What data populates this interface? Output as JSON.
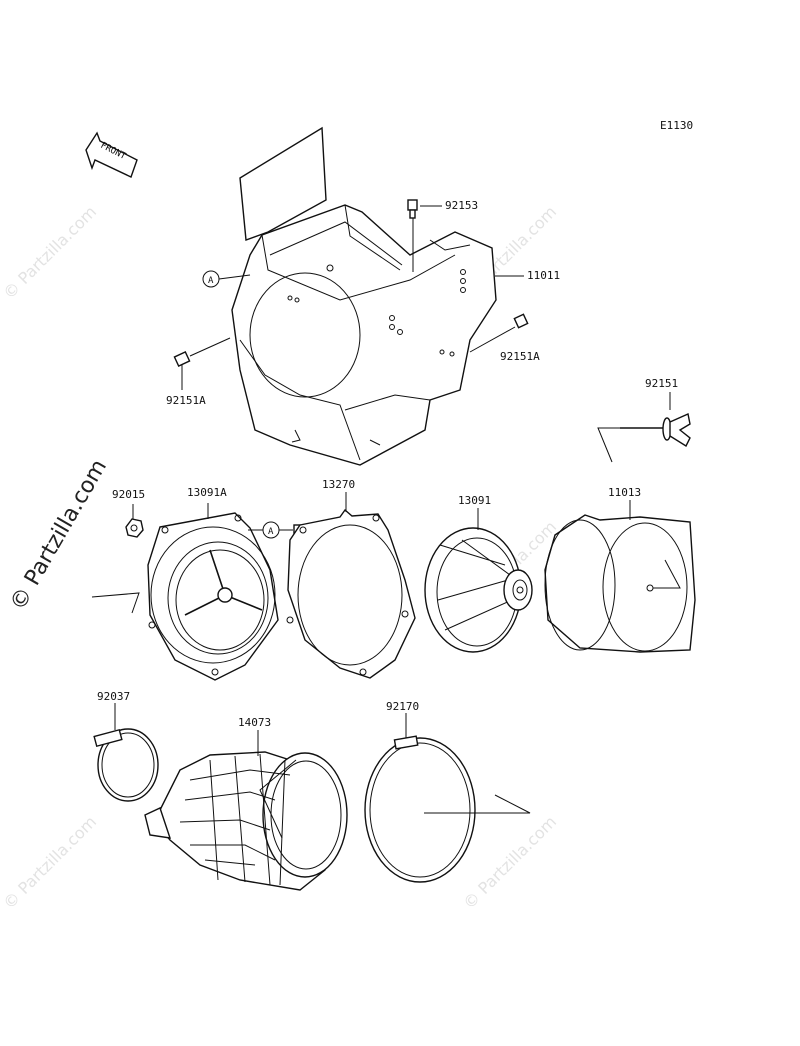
{
  "diagram": {
    "code": "E1130",
    "front_label": "FRONT",
    "ref_a": "A",
    "parts": {
      "p92153": "92153",
      "p11011": "11011",
      "p92151A_right": "92151A",
      "p92151A_left": "92151A",
      "p92151": "92151",
      "p92015": "92015",
      "p13091A": "13091A",
      "p13270": "13270",
      "p13091": "13091",
      "p11013": "11013",
      "p92037": "92037",
      "p14073": "14073",
      "p92170": "92170"
    }
  },
  "watermark": {
    "main": "© Partzilla.com",
    "tile": "© Partzilla.com"
  }
}
